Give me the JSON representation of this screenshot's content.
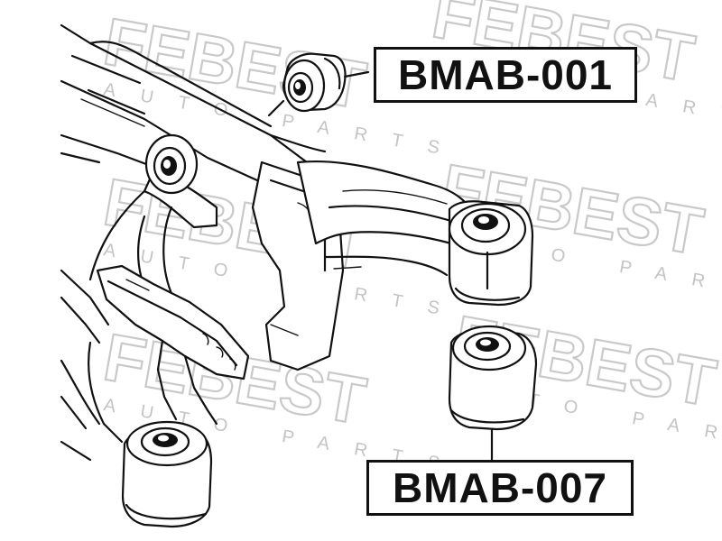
{
  "watermark": {
    "brand": "FEBEST",
    "tagline": "AUTO PARTS",
    "color": "#c9c9c9"
  },
  "parts": [
    {
      "label": "BMAB-001"
    },
    {
      "label": "BMAB-007"
    }
  ],
  "colors": {
    "line": "#111111",
    "background": "#ffffff",
    "label_border": "#111111"
  }
}
